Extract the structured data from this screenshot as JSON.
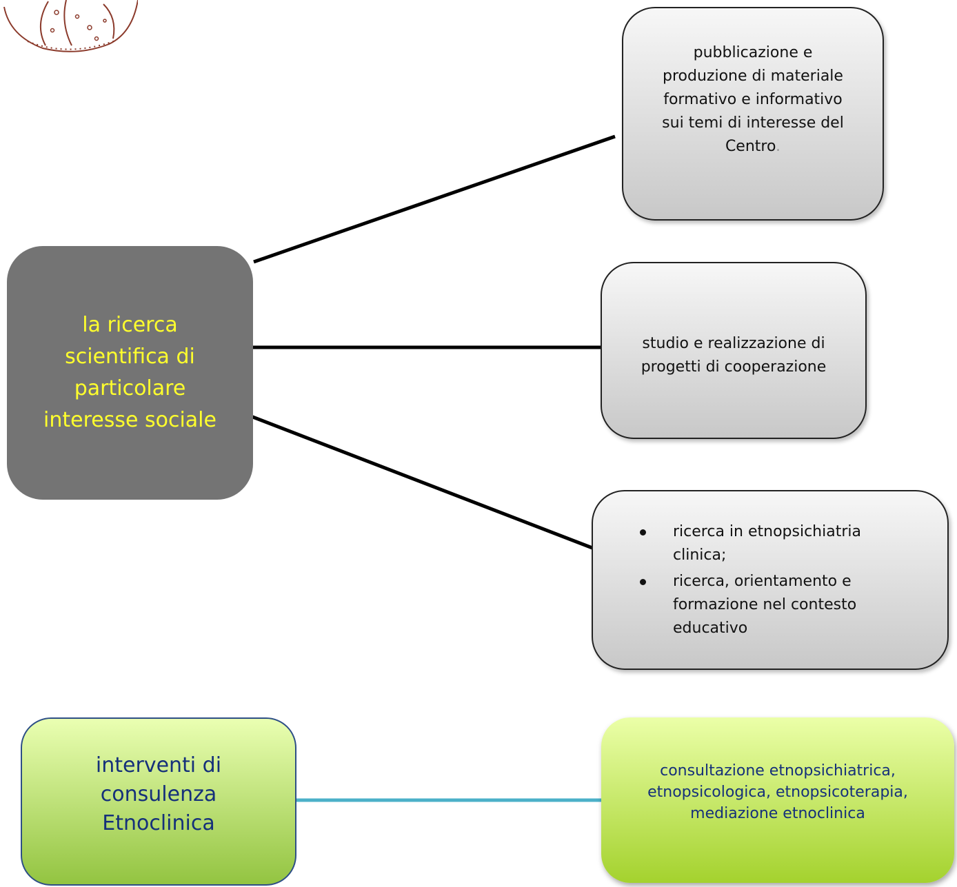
{
  "central": {
    "lines": [
      "la ricerca",
      "scientifica di",
      "particolare",
      "interesse sociale"
    ]
  },
  "box_pubblicazione": {
    "lines": [
      "pubblicazione e",
      "produzione di materiale",
      "formativo e informativo",
      "sui temi di interesse del"
    ],
    "last_line_word": "Centro",
    "last_line_punct": "."
  },
  "box_cooperazione": {
    "lines": [
      "studio e realizzazione di",
      "progetti di cooperazione"
    ]
  },
  "box_ricerca": {
    "items": [
      {
        "lines": [
          "ricerca in etnopsichiatria",
          "clinica;"
        ]
      },
      {
        "lines": [
          "ricerca, orientamento e",
          "formazione nel contesto",
          "educativo"
        ]
      }
    ]
  },
  "consulenza": {
    "lines": [
      "interventi di",
      "consulenza",
      "Etnoclinica"
    ]
  },
  "consultazione": {
    "lines": [
      "consultazione etnopsichiatrica,",
      "etnopsicologica, etnopsicoterapia,",
      "mediazione etnoclinica"
    ]
  },
  "colors": {
    "central_fill": "#747474",
    "central_text": "#ffff2d",
    "gray_border": "#222222",
    "green_text": "#15307a",
    "green_connector": "#4bb0c8",
    "logo_stroke": "#8b3a2b"
  }
}
